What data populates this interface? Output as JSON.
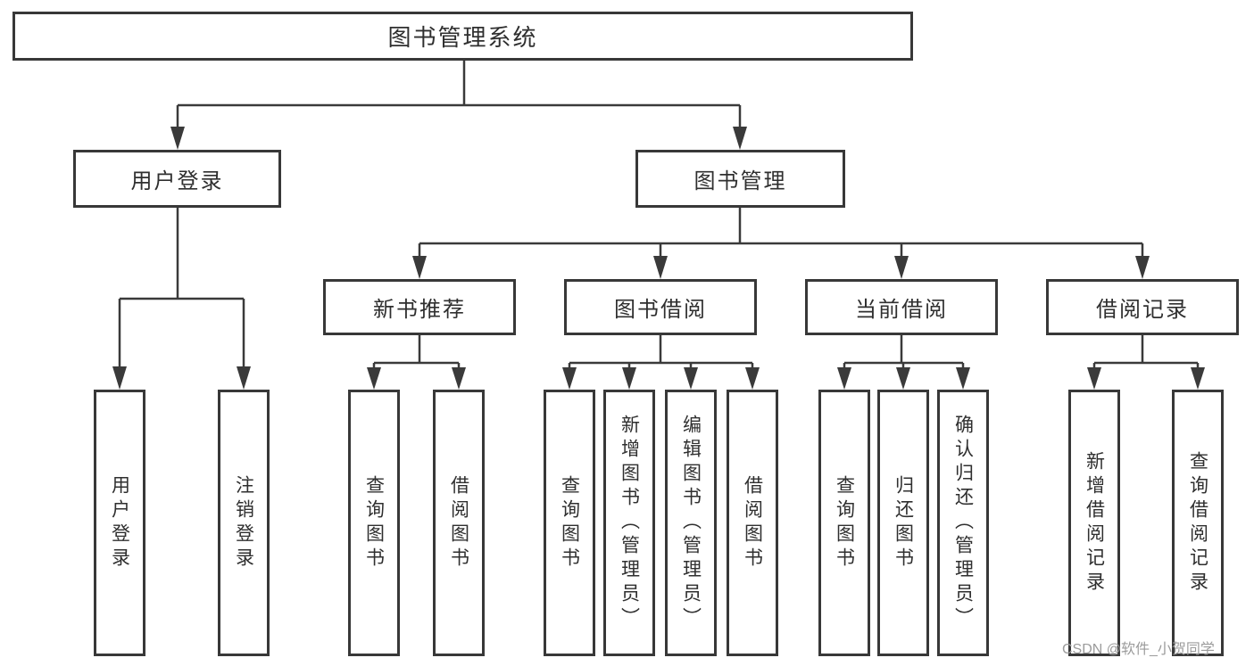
{
  "diagram": {
    "root": {
      "label": "图书管理系统"
    },
    "level2": [
      {
        "id": "user-login",
        "label": "用户登录"
      },
      {
        "id": "book-management",
        "label": "图书管理"
      }
    ],
    "level3": [
      {
        "id": "new-book-recommend",
        "label": "新书推荐"
      },
      {
        "id": "book-borrowing",
        "label": "图书借阅"
      },
      {
        "id": "current-borrowing",
        "label": "当前借阅"
      },
      {
        "id": "borrowing-records",
        "label": "借阅记录"
      }
    ],
    "leaves": [
      {
        "id": "user-login",
        "parent": "用户登录",
        "label": "用户登录"
      },
      {
        "id": "logout",
        "parent": "用户登录",
        "label": "注销登录"
      },
      {
        "id": "query-books-recommend",
        "parent": "新书推荐",
        "label": "查询图书"
      },
      {
        "id": "borrow-books-recommend",
        "parent": "新书推荐",
        "label": "借阅图书"
      },
      {
        "id": "query-books-borrowing",
        "parent": "图书借阅",
        "label": "查询图书"
      },
      {
        "id": "add-books-admin",
        "parent": "图书借阅",
        "label": "新增图书（管理员）"
      },
      {
        "id": "edit-books-admin",
        "parent": "图书借阅",
        "label": "编辑图书（管理员）"
      },
      {
        "id": "borrow-books-borrowing",
        "parent": "图书借阅",
        "label": "借阅图书"
      },
      {
        "id": "query-books-current",
        "parent": "当前借阅",
        "label": "查询图书"
      },
      {
        "id": "return-books",
        "parent": "当前借阅",
        "label": "归还图书"
      },
      {
        "id": "confirm-return-admin",
        "parent": "当前借阅",
        "label": "确认归还（管理员）"
      },
      {
        "id": "add-borrow-record",
        "parent": "借阅记录",
        "label": "新增借阅记录"
      },
      {
        "id": "query-borrow-record",
        "parent": "借阅记录",
        "label": "查询借阅记录"
      }
    ],
    "watermark": "CSDN @软件_小贺同学",
    "colors": {
      "line": "#3a3a3a",
      "box_border": "#383838",
      "text": "#2f2f2f",
      "watermark_text": "#9b9b9b",
      "background": "#ffffff"
    }
  }
}
